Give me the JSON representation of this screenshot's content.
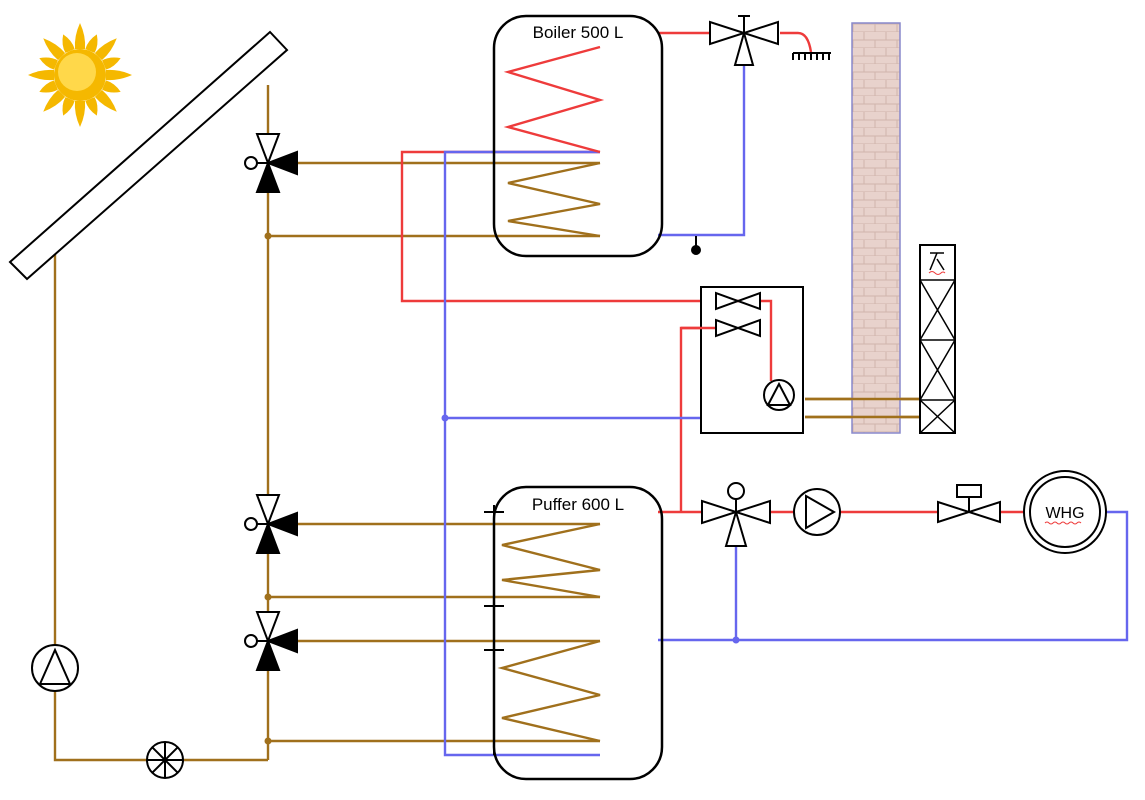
{
  "labels": {
    "boiler": "Boiler 500 L",
    "puffer": "Puffer 600 L",
    "whg": "WHG"
  },
  "colors": {
    "hot": "#ee3b3b",
    "cold": "#6666ee",
    "solar": "#a0701c",
    "stroke": "#000000",
    "sun": "#f5b800",
    "brick": "#e8d2cc"
  },
  "icons": {
    "sun": "sun-icon",
    "collector": "solar-collector-icon",
    "pump": "pump-icon",
    "flowmeter": "flowmeter-icon",
    "valve": "three-way-valve-icon",
    "heat_exchanger": "heat-exchanger-icon"
  }
}
